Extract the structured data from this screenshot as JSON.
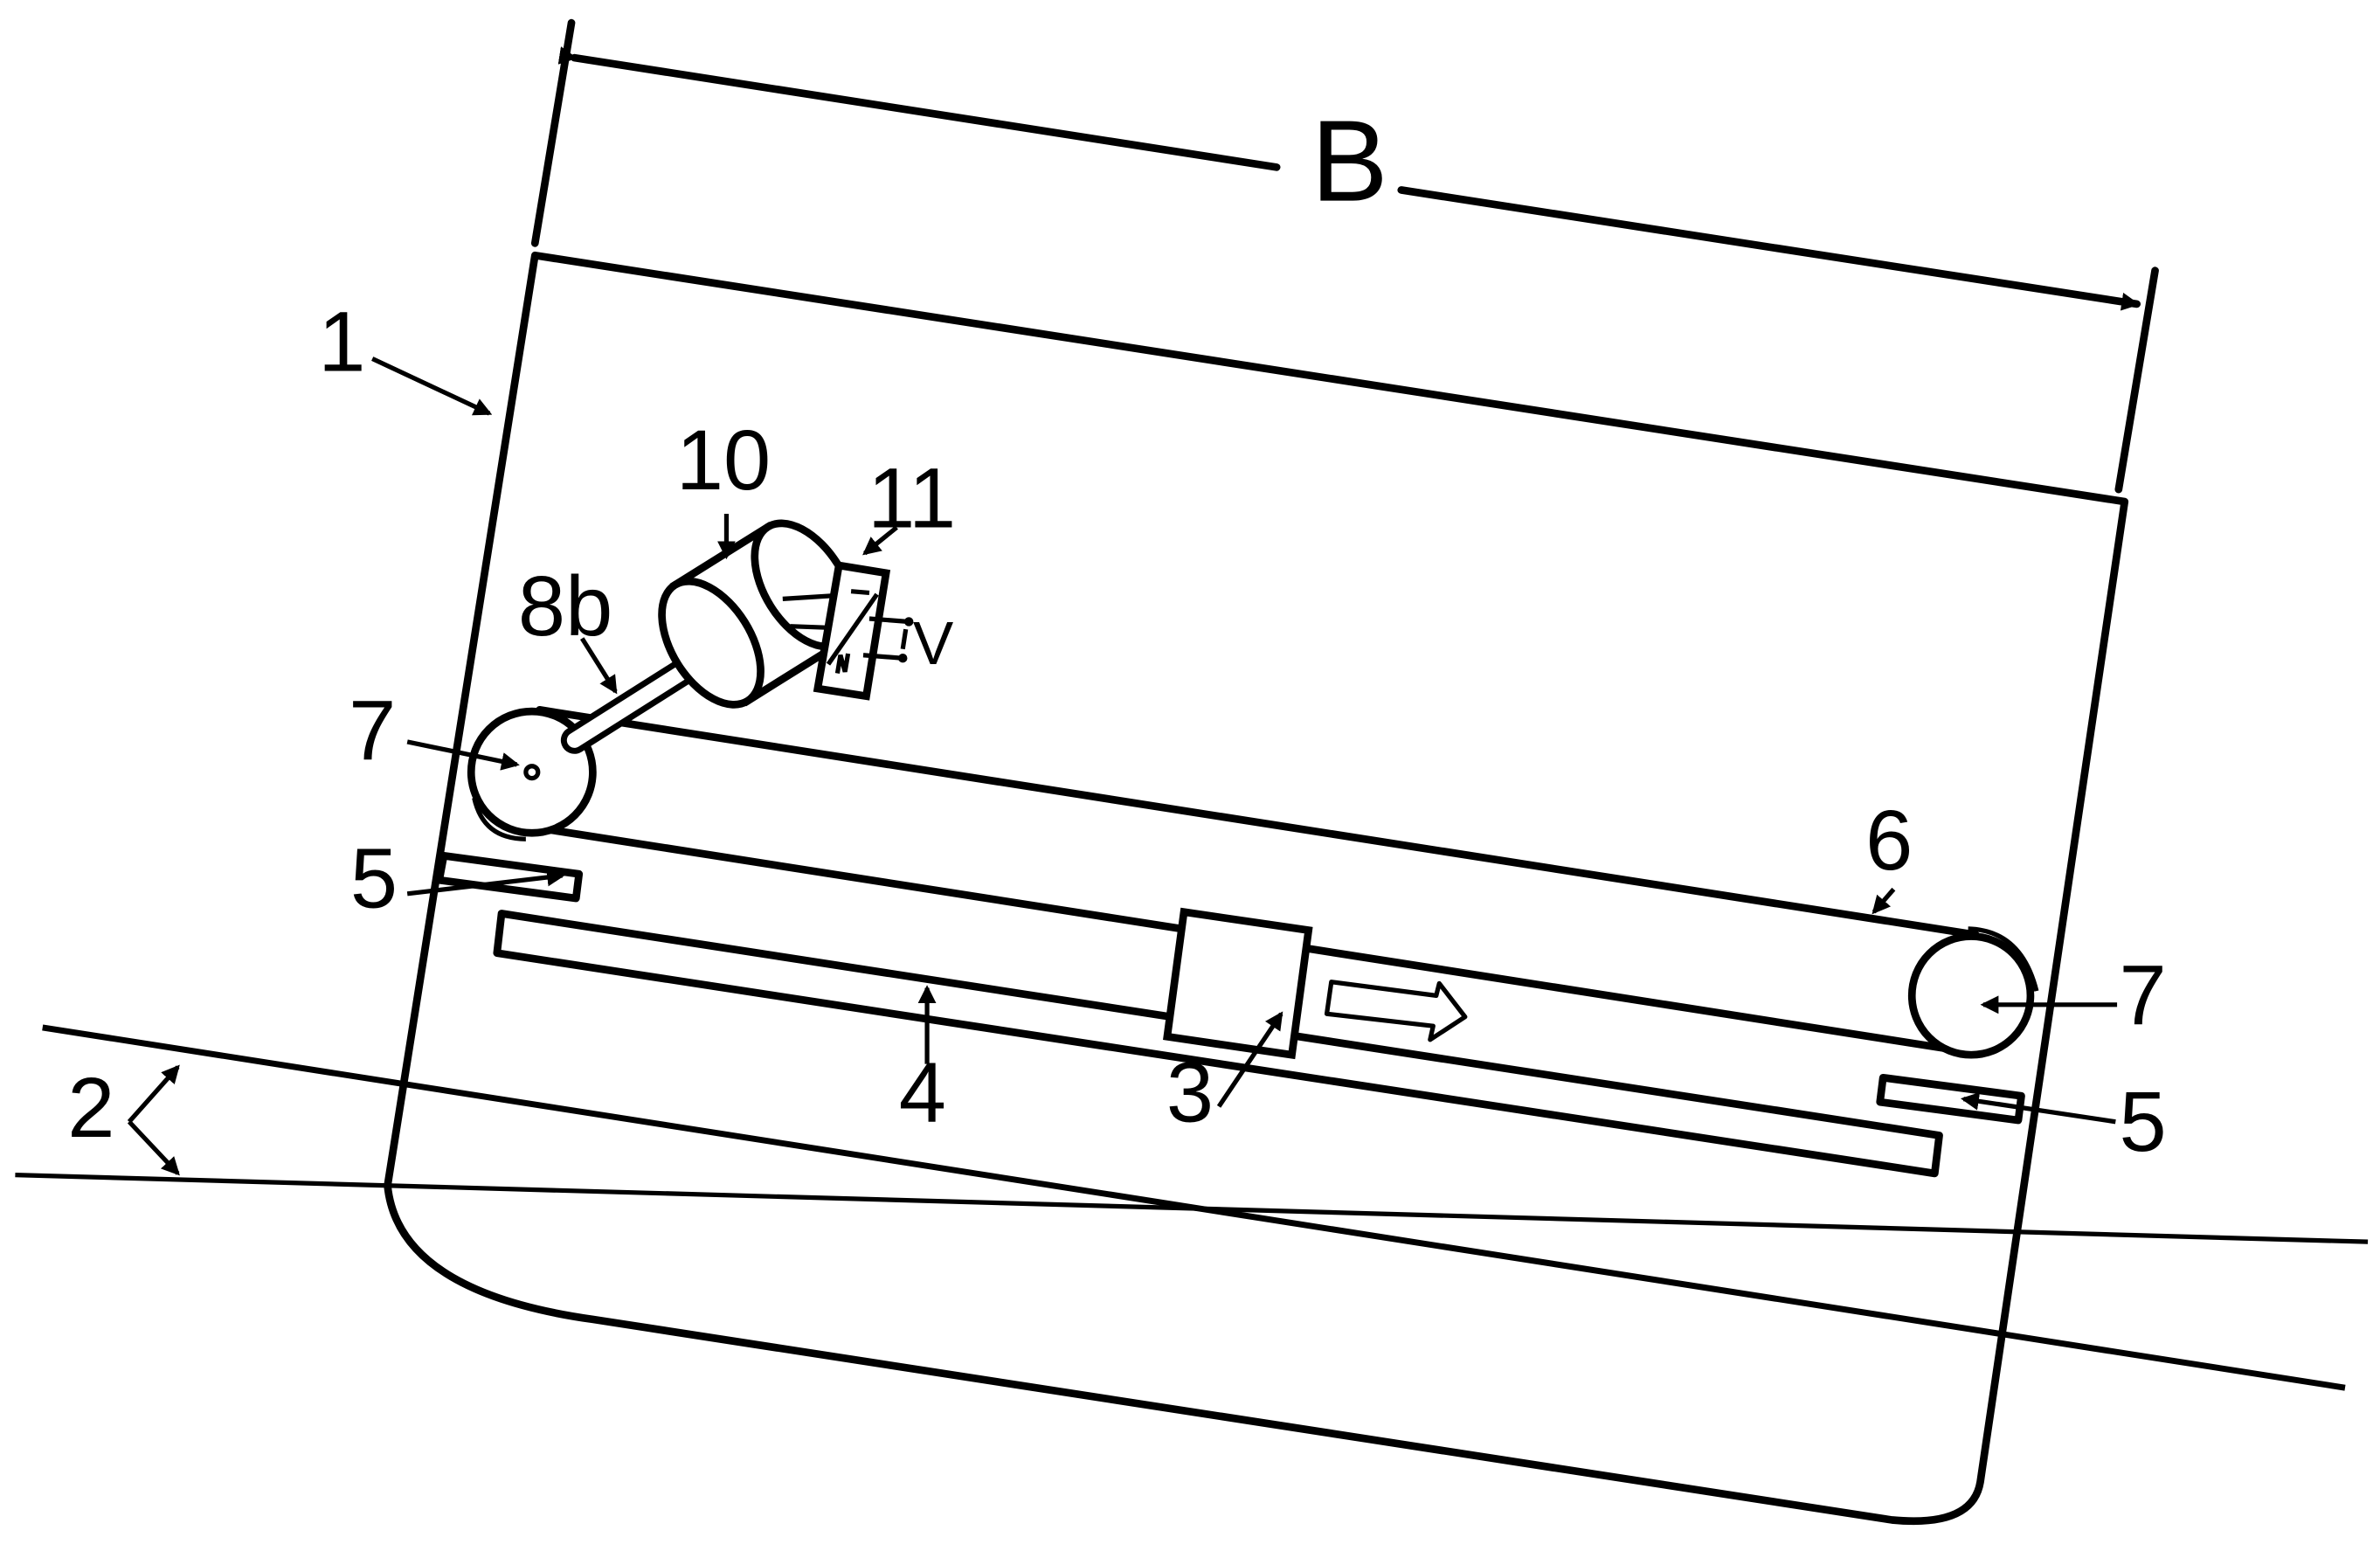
{
  "diagram": {
    "dimension_label": "B",
    "voltage_label": "V",
    "labels": {
      "hull": "1",
      "waterline": "2",
      "carriage": "3",
      "rail": "4",
      "stop_left": "5",
      "stop_right": "5",
      "belt": "6",
      "pulley_left": "7",
      "pulley_right": "7",
      "shaft": "8b",
      "motor": "10",
      "controller": "11"
    }
  }
}
